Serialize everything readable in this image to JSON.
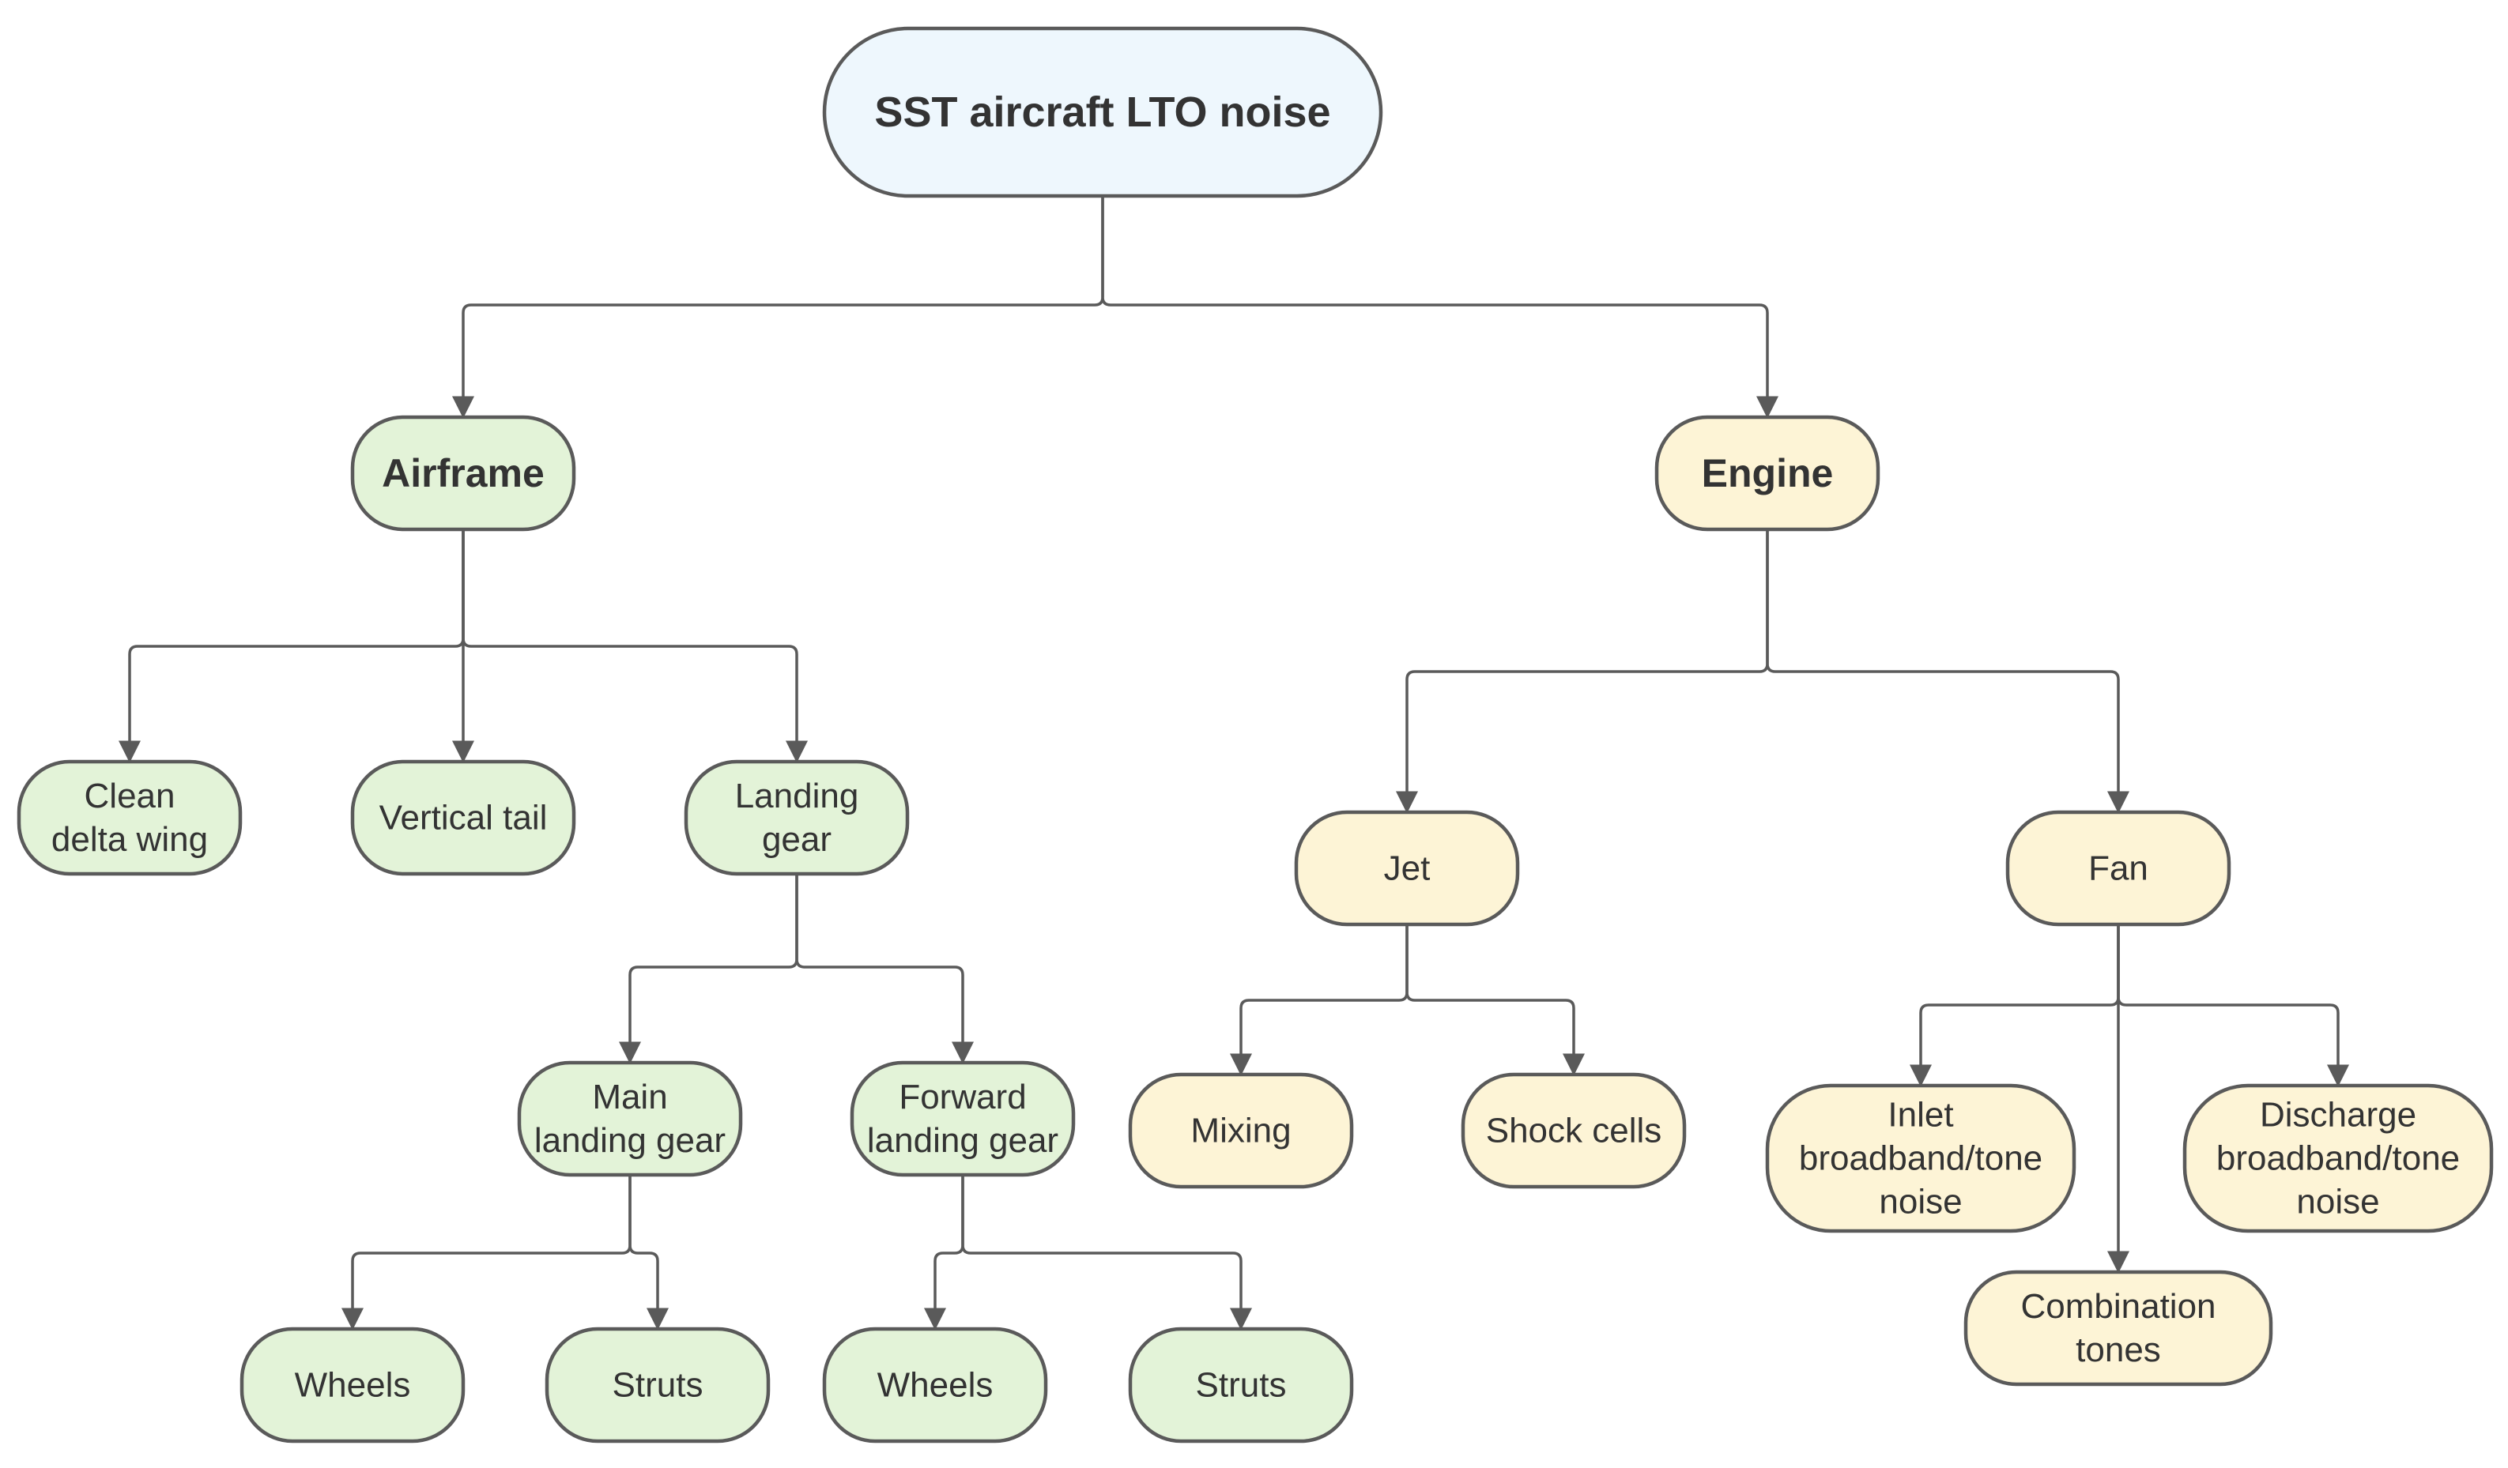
{
  "colors": {
    "root_fill": "#eef7fd",
    "airframe_fill": "#e3f3d8",
    "engine_fill": "#fdf4d6",
    "stroke": "#5a5a5a",
    "text": "#333333"
  },
  "nodes": [
    {
      "id": "root",
      "lines": [
        "SST aircraft LTO noise"
      ],
      "group": "root"
    },
    {
      "id": "airframe",
      "lines": [
        "Airframe"
      ],
      "group": "airframe"
    },
    {
      "id": "engine",
      "lines": [
        "Engine"
      ],
      "group": "engine"
    },
    {
      "id": "clean-delta-wing",
      "lines": [
        "Clean",
        "delta wing"
      ],
      "group": "airframe"
    },
    {
      "id": "vertical-tail",
      "lines": [
        "Vertical tail"
      ],
      "group": "airframe"
    },
    {
      "id": "landing-gear",
      "lines": [
        "Landing",
        "gear"
      ],
      "group": "airframe"
    },
    {
      "id": "main-landing-gear",
      "lines": [
        "Main",
        "landing gear"
      ],
      "group": "airframe"
    },
    {
      "id": "forward-landing-gear",
      "lines": [
        "Forward",
        "landing gear"
      ],
      "group": "airframe"
    },
    {
      "id": "main-wheels",
      "lines": [
        "Wheels"
      ],
      "group": "airframe"
    },
    {
      "id": "main-struts",
      "lines": [
        "Struts"
      ],
      "group": "airframe"
    },
    {
      "id": "forward-wheels",
      "lines": [
        "Wheels"
      ],
      "group": "airframe"
    },
    {
      "id": "forward-struts",
      "lines": [
        "Struts"
      ],
      "group": "airframe"
    },
    {
      "id": "jet",
      "lines": [
        "Jet"
      ],
      "group": "engine"
    },
    {
      "id": "fan",
      "lines": [
        "Fan"
      ],
      "group": "engine"
    },
    {
      "id": "mixing",
      "lines": [
        "Mixing"
      ],
      "group": "engine"
    },
    {
      "id": "shock-cells",
      "lines": [
        "Shock cells"
      ],
      "group": "engine"
    },
    {
      "id": "inlet-noise",
      "lines": [
        "Inlet",
        "broadband/tone",
        "noise"
      ],
      "group": "engine"
    },
    {
      "id": "discharge-noise",
      "lines": [
        "Discharge",
        "broadband/tone",
        "noise"
      ],
      "group": "engine"
    },
    {
      "id": "combination-tones",
      "lines": [
        "Combination",
        "tones"
      ],
      "group": "engine"
    }
  ],
  "edges": [
    {
      "from": "root",
      "to": [
        "airframe",
        "engine"
      ]
    },
    {
      "from": "airframe",
      "to": [
        "clean-delta-wing",
        "vertical-tail",
        "landing-gear"
      ]
    },
    {
      "from": "landing-gear",
      "to": [
        "main-landing-gear",
        "forward-landing-gear"
      ]
    },
    {
      "from": "main-landing-gear",
      "to": [
        "main-wheels",
        "main-struts"
      ]
    },
    {
      "from": "forward-landing-gear",
      "to": [
        "forward-wheels",
        "forward-struts"
      ]
    },
    {
      "from": "engine",
      "to": [
        "jet",
        "fan"
      ]
    },
    {
      "from": "jet",
      "to": [
        "mixing",
        "shock-cells"
      ]
    },
    {
      "from": "fan",
      "to": [
        "inlet-noise",
        "combination-tones",
        "discharge-noise"
      ]
    }
  ]
}
